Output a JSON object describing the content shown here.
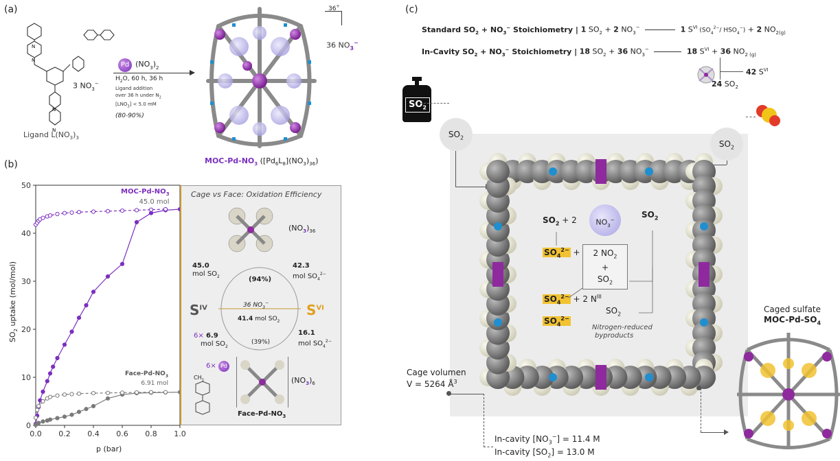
{
  "panels": {
    "a": "(a)",
    "b": "(b)",
    "c": "(c)"
  },
  "panel_a": {
    "ligand_label": "Ligand L(NO",
    "ligand_label_sub": "3",
    "ligand_label_end": ")",
    "ligand_label_sub2": "3",
    "counterion": "3 NO",
    "counterion_sub": "3",
    "counterion_sup": "−",
    "pd_reagent": "Pd",
    "pd_reagent_rest": "(NO",
    "pd_reagent_sub": "3",
    "pd_reagent_end": ")",
    "pd_reagent_sub2": "2",
    "conditions_1": "H",
    "conditions_1b": "2",
    "conditions_1c": "O, 60 h, 36 h",
    "conditions_2": "Ligand addition",
    "conditions_3": "over 36 h under N",
    "conditions_3b": "2",
    "conditions_4": "[LNO",
    "conditions_4b": "3",
    "conditions_4c": "] < 5.0 mM",
    "yield": "(80-90%)",
    "charge": "36",
    "charge_sup": "+",
    "nitrate_count": "36 NO",
    "nitrate_sub": "3",
    "nitrate_sup": "−",
    "product_name": "MOC-Pd-NO",
    "product_name_sub": "3",
    "product_formula": "([Pd",
    "product_formula_sub": "6",
    "product_formula_L": "L",
    "product_formula_sub2": "8",
    "product_formula_end": "](NO",
    "product_formula_sub3": "3",
    "product_formula_end2": ")",
    "product_formula_sub4": "36",
    "product_formula_close": ")"
  },
  "panel_b": {
    "inset_title": "Cage vs Face: Oxidation Efficiency",
    "moc_label": "MOC-Pd-NO",
    "moc_label_sub": "3",
    "moc_value": "45.0 mol",
    "face_label": "Face-Pd-NO",
    "face_label_sub": "3",
    "face_value": "6.91 mol",
    "nitrate36": "(NO",
    "nitrate36_sub": "3",
    "nitrate36_end": ")",
    "nitrate36_sub2": "36",
    "cage_so2_val": "45.0",
    "cage_so2_unit": "mol SO",
    "cage_so2_sub": "2",
    "cage_sulfate_val": "42.3",
    "cage_sulfate_unit": "mol SO",
    "cage_sulfate_sub": "4",
    "cage_sulfate_sup": "2−",
    "cage_eff": "(94%)",
    "s4": "S",
    "s4_sup": "IV",
    "s6": "S",
    "s6_sup": "VI",
    "nitrate_arrow": "36 NO",
    "nitrate_arrow_sub": "3",
    "nitrate_arrow_sup": "−",
    "mid_so2_val": "41.4",
    "mid_so2_unit": "mol SO",
    "mid_so2_sub": "2",
    "face_mult": "6×",
    "face_so2_val": "6.9",
    "face_so2_unit": "mol SO",
    "face_so2_sub": "2",
    "face_eff": "(39%)",
    "face_sulfate_val": "16.1",
    "face_sulfate_unit": "mol SO",
    "face_sulfate_sub": "4",
    "face_sulfate_sup": "2−",
    "face_mult2": "6×",
    "pd": "Pd",
    "ch3": "CH",
    "ch3_sub": "3",
    "face_nitrate": "(NO",
    "face_nitrate_sub": "3",
    "face_nitrate_end": ")",
    "face_nitrate_sub2": "6",
    "face_name": "Face-Pd-NO",
    "face_name_sub": "3",
    "x_label": "p (bar)",
    "y_label": "SO",
    "y_label_sub": "2",
    "y_label_end": " uptake (mol/mol)"
  },
  "panel_c": {
    "std_title": "Standard SO",
    "std_title_sub": "2",
    "std_title_rest": " + NO",
    "std_title_sub2": "3",
    "std_title_sup": "−",
    "std_title_end": " Stoichiometry  |  ",
    "std_eq1": "1",
    "std_eq2": " SO",
    "std_eq2_sub": "2",
    "std_eq3": " + ",
    "std_eq4": "2",
    "std_eq5": " NO",
    "std_eq5_sub": "3",
    "std_eq5_sup": "−",
    "std_prod1": "1",
    "std_prod2": " S",
    "std_prod2_sup": "VI",
    "std_prod3": " (SO",
    "std_prod3_sub": "4",
    "std_prod3_sup": "2−",
    "std_prod4": "/ HSO",
    "std_prod4_sub": "4",
    "std_prod4_sup": "−",
    "std_prod5": ")",
    "std_prod6": " + ",
    "std_prod7": "2",
    "std_prod8": " NO",
    "std_prod8_sub": "2(g)",
    "in_title": "In-Cavity SO",
    "in_title_sub": "2",
    "in_title_rest": " + NO",
    "in_title_sub2": "3",
    "in_title_sup": "−",
    "in_title_end": " Stoichiometry  |",
    "in_eq1": "18",
    "in_eq2": " SO",
    "in_eq2_sub": "2",
    "in_eq3": " + ",
    "in_eq4": "36",
    "in_eq5": " NO",
    "in_eq5_sub": "3",
    "in_eq5_sup": "−",
    "in_prod1": "18",
    "in_prod2": " S",
    "in_prod2_sup": "VI",
    "in_prod3": " + ",
    "in_prod4": "36",
    "in_prod5": " NO",
    "in_prod5_sub": "2 (g)",
    "recycle_so2": "24",
    "recycle_so2_unit": " SO",
    "recycle_so2_sub": "2",
    "recycle_s6": "42",
    "recycle_s6_unit": " S",
    "recycle_s6_sup": "VI",
    "cylinder_label": "SO",
    "cylinder_label_sub": "2",
    "so2_left": "SO",
    "so2_left_sub": "2",
    "so2_right": "SO",
    "so2_right_sub": "2",
    "cav_so2": "SO",
    "cav_so2_sub": "2",
    "cav_plus": " + 2",
    "cav_no3": "NO",
    "cav_no3_sub": "3",
    "cav_no3_sup": "−",
    "cav_so2_b": "SO",
    "cav_so2_b_sub": "2",
    "cav_so4": "SO",
    "cav_so4_sub": "4",
    "cav_so4_sup": "2−",
    "cav_so4_plus": " +",
    "cav_box1": "2 NO",
    "cav_box1_sub": "2",
    "cav_box2": "+",
    "cav_box3": "SO",
    "cav_box3_sub": "2",
    "cav_so4b": "SO",
    "cav_so4b_sub": "4",
    "cav_so4b_sup": "2−",
    "cav_nIII": " + 2 N",
    "cav_nIII_sup": "III",
    "cav_so2_c": "SO",
    "cav_so2_c_sub": "2",
    "cav_so4c": "SO",
    "cav_so4c_sub": "4",
    "cav_so4c_sup": "2−",
    "byproducts1": "Nitrogen-reduced",
    "byproducts2": "byproducts",
    "cage_vol_title": "Cage volumen",
    "cage_vol_value": "V = 5264 Å",
    "cage_vol_sup": "3",
    "conc_no3": "In-cavity [NO",
    "conc_no3_sub": "3",
    "conc_no3_sup": "−",
    "conc_no3_end": "] = 11.4 M",
    "conc_so2": "In-cavity [SO",
    "conc_so2_sub": "2",
    "conc_so2_end": "] = 13.0 M",
    "caged_title": "Caged sulfate",
    "caged_name": "MOC-Pd-SO",
    "caged_name_sub": "4"
  },
  "colors": {
    "moc": "#7b2fbf",
    "face": "#7a7a7a",
    "sulfate_highlight": "#f2c232",
    "pd_purple": "#8e2a9e",
    "n_blue": "#1f8fd0",
    "grey_bg": "#ececec"
  },
  "chart_data": {
    "type": "scatter",
    "xlabel": "p (bar)",
    "ylabel": "SO2 uptake (mol/mol)",
    "xlim": [
      0,
      1.0
    ],
    "ylim": [
      0,
      50
    ],
    "x_ticks": [
      "0.0",
      "0.2",
      "0.4",
      "0.6",
      "0.8",
      "1.0"
    ],
    "y_ticks": [
      "0",
      "10",
      "20",
      "30",
      "40",
      "50"
    ],
    "grid": false,
    "series": [
      {
        "name": "MOC-Pd-NO3",
        "kind": "adsorption",
        "marker": "filled",
        "color": "#7b2fbf",
        "points": [
          [
            0.0,
            0.3
          ],
          [
            0.01,
            2.0
          ],
          [
            0.02,
            3.8
          ],
          [
            0.03,
            5.2
          ],
          [
            0.05,
            7.0
          ],
          [
            0.08,
            9.2
          ],
          [
            0.1,
            10.8
          ],
          [
            0.12,
            12.2
          ],
          [
            0.15,
            14.0
          ],
          [
            0.2,
            16.8
          ],
          [
            0.25,
            19.5
          ],
          [
            0.3,
            22.4
          ],
          [
            0.35,
            25.0
          ],
          [
            0.4,
            27.8
          ],
          [
            0.5,
            31.0
          ],
          [
            0.6,
            33.6
          ],
          [
            0.7,
            42.3
          ],
          [
            0.8,
            44.2
          ],
          [
            0.9,
            44.8
          ],
          [
            1.0,
            45.0
          ]
        ]
      },
      {
        "name": "MOC-Pd-NO3",
        "kind": "desorption",
        "marker": "open",
        "color": "#7b2fbf",
        "points": [
          [
            0.0,
            41.8
          ],
          [
            0.01,
            42.2
          ],
          [
            0.02,
            42.6
          ],
          [
            0.03,
            42.9
          ],
          [
            0.05,
            43.2
          ],
          [
            0.08,
            43.5
          ],
          [
            0.1,
            43.7
          ],
          [
            0.15,
            44.0
          ],
          [
            0.2,
            44.2
          ],
          [
            0.25,
            44.3
          ],
          [
            0.3,
            44.4
          ],
          [
            0.4,
            44.5
          ],
          [
            0.5,
            44.6
          ],
          [
            0.6,
            44.7
          ],
          [
            0.7,
            44.8
          ],
          [
            0.8,
            44.9
          ],
          [
            0.9,
            45.0
          ]
        ]
      },
      {
        "name": "Face-Pd-NO3",
        "kind": "adsorption",
        "marker": "filled",
        "color": "#7a7a7a",
        "points": [
          [
            0.0,
            0.1
          ],
          [
            0.01,
            0.3
          ],
          [
            0.02,
            0.5
          ],
          [
            0.05,
            0.8
          ],
          [
            0.08,
            1.0
          ],
          [
            0.1,
            1.2
          ],
          [
            0.15,
            1.5
          ],
          [
            0.2,
            1.8
          ],
          [
            0.25,
            2.2
          ],
          [
            0.3,
            2.8
          ],
          [
            0.35,
            3.4
          ],
          [
            0.4,
            4.0
          ],
          [
            0.5,
            5.6
          ],
          [
            0.6,
            6.4
          ],
          [
            0.7,
            6.7
          ],
          [
            0.8,
            6.8
          ],
          [
            0.9,
            6.85
          ],
          [
            1.0,
            6.91
          ]
        ]
      },
      {
        "name": "Face-Pd-NO3",
        "kind": "desorption",
        "marker": "open",
        "color": "#7a7a7a",
        "points": [
          [
            0.0,
            1.6
          ],
          [
            0.01,
            3.2
          ],
          [
            0.02,
            4.0
          ],
          [
            0.05,
            5.0
          ],
          [
            0.08,
            5.6
          ],
          [
            0.1,
            5.9
          ],
          [
            0.15,
            6.2
          ],
          [
            0.2,
            6.4
          ],
          [
            0.25,
            6.5
          ],
          [
            0.3,
            6.6
          ],
          [
            0.4,
            6.7
          ],
          [
            0.5,
            6.75
          ],
          [
            0.6,
            6.8
          ],
          [
            0.7,
            6.85
          ],
          [
            0.8,
            6.9
          ],
          [
            0.9,
            6.91
          ]
        ]
      }
    ]
  }
}
